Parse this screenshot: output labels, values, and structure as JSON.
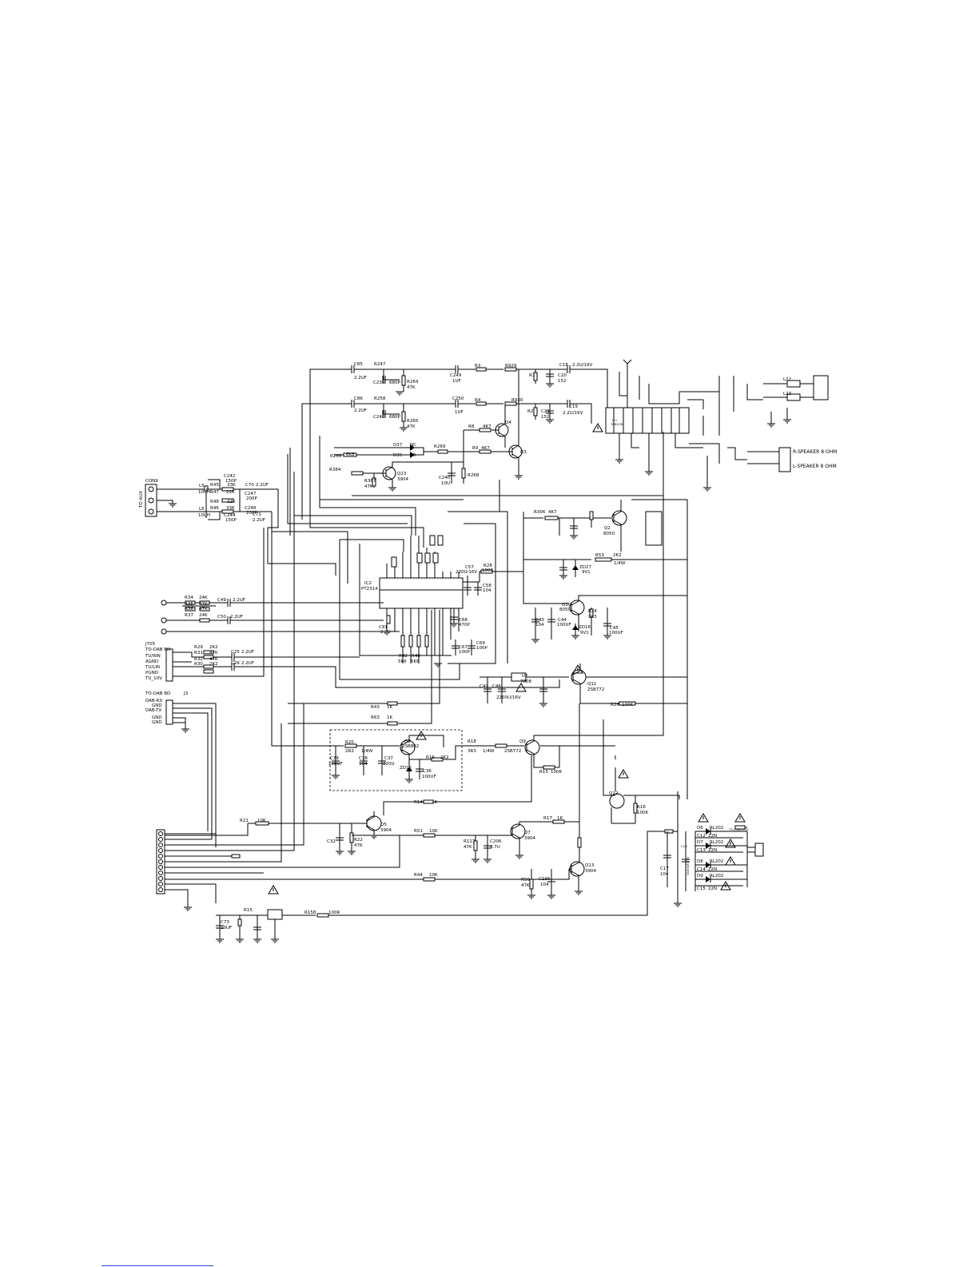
{
  "labels": {
    "c85": "C85",
    "c85v": "2.2UF",
    "r247": "R247",
    "c249": "C249",
    "c249v": "1UF",
    "r3": "R3",
    "r929": "R929",
    "c18": "C18",
    "c18v": "2.2U/16V",
    "c239": "C239",
    "c239v": "680P",
    "r264": "R264",
    "r264v": "47K",
    "r1": "R1",
    "c20": "C20",
    "c20v": "152",
    "c86": "C86",
    "c86v": "2.2UF",
    "r258": "R258",
    "c250": "C250",
    "c250v": "1UF",
    "r4": "R4",
    "r930": "R930",
    "c19": "C19",
    "c19v": "2.2U/16V",
    "c240": "C240",
    "c240v": "680P",
    "r265": "R265",
    "r265v": "47K",
    "r2": "R2",
    "c21": "C21",
    "c21v": "152",
    "q4": "Q4",
    "r8": "R8",
    "r8v": "4K7",
    "r9": "R9",
    "r9v": "4K7",
    "q3": "Q3",
    "d37": "D37",
    "d37v": "NC",
    "d35": "D35",
    "d35v": "SR",
    "r269": "R269",
    "r266": "R266",
    "r266v": "6K8",
    "r384": "R384",
    "r367": "R367",
    "r367v": "47K",
    "q23": "Q23",
    "q23v": "3904",
    "c240b": "C240",
    "c240bv": "10U",
    "r268": "R268",
    "con9": "CON9",
    "toaux": "TO AUX",
    "c242": "C242",
    "c242v": "150P",
    "r45": "R45",
    "r45v": "33K",
    "l5": "L5",
    "l5v": "10UH",
    "c70": "C70",
    "c70v": "2.2UF",
    "r47": "R47",
    "r47v": "22K",
    "c247": "C247",
    "c247v": "200P",
    "r48": "R48",
    "r48v": "22K",
    "r46": "R46",
    "r46v": "33K",
    "l6": "L6",
    "l6v": "10UH",
    "c248": "C248",
    "c248v": "200P",
    "c244": "C244",
    "c244v": "150P",
    "c71": "C71",
    "c71v": "2.2UF",
    "ic2": "IC2",
    "ic2v": "PT2314",
    "c57": "C57",
    "c57v": "220U/16V",
    "r28": "R28",
    "r28v": "100R",
    "c58": "C58",
    "c58v": "104",
    "r306": "R306",
    "r306v": "4K7",
    "q2": "Q2",
    "q2v": "8050",
    "r53": "R53",
    "r53v": "2K2",
    "r53w": "1/4W",
    "zd27": "ZD27",
    "zd27v": "9V1",
    "q10": "Q10",
    "q10v": "8050",
    "r24": "R24",
    "r24v": "3K3",
    "c43": "C43",
    "c43v": "104",
    "c44": "C44",
    "c44v": "100UF",
    "zd16": "ZD16",
    "zd16v": "9V1",
    "c45": "C45",
    "c45v": "100UF",
    "r34": "R34",
    "r34v": "24K",
    "r35": "R35",
    "r35v": "47K",
    "r36": "R36",
    "r36v": "47K",
    "r37": "R37",
    "r37v": "24K",
    "c49": "C49",
    "c49v": "2.2UF",
    "c50": "C50",
    "c50v": "2.2UF",
    "c91": "C91",
    "c91v": "2.2U",
    "c68": "C68",
    "c68v": "470P",
    "r42": "R42",
    "r42v": "5K6",
    "r40": "R40",
    "r40v": "5K6",
    "c67": "C67",
    "c67v": "100P",
    "c69": "C69",
    "c69v": "100P",
    "j705": "J705",
    "todab": "TO-DAB BD",
    "turin": "TU/RIN",
    "agnd": "AGND",
    "tulin": "TU/LIN",
    "pgnd": "PGND",
    "tu10v": "TU_10V",
    "r29": "R29",
    "r29v": "2K2",
    "r31": "R31",
    "r31v": "47K",
    "r32": "R32",
    "r32v": "47K",
    "r30": "R30",
    "r30v": "2K2",
    "c25": "C25",
    "c25v": "2.2UF",
    "c26": "C26",
    "c26v": "2.2UF",
    "u2": "U2",
    "u2v": "7808",
    "c49b": "C49",
    "c46": "C46",
    "c46v": "2200U/16V",
    "q11": "Q11",
    "q11v": "2SB772",
    "r26": "R26",
    "r26v": "100K",
    "todab2": "TO-DAB BD",
    "j3": "J3",
    "dabrx": "DAB-RX",
    "gnd1": "GND",
    "dabtx": "DAB-TX",
    "gnd2": "GND",
    "gnd3": "GND",
    "r43": "R43",
    "r43v": "1K",
    "r63": "R63",
    "r63v": "1K",
    "r20": "R20",
    "r20v": "2R2",
    "r20w": "1/4W",
    "q8": "Q8",
    "q8v": "2SB882",
    "r18": "R18",
    "r18v": "3R3",
    "r18w": "1/4W",
    "q9": "Q9",
    "q9v": "2SB772",
    "c39": "C39",
    "c39v": "100UF",
    "c38": "C38",
    "c38v": "104",
    "c37": "C37",
    "c37v": "220U",
    "zd12": "ZD12",
    "r16": "R16",
    "r16v": "2K2",
    "c36": "C36",
    "c36v": "100UF",
    "r15": "R15",
    "r15v": "100K",
    "q22": "Q22",
    "r16b": "R16",
    "r16bv": "100K",
    "r14": "R14",
    "r14v": "1K",
    "r21": "R21",
    "r21v": "10K",
    "q5": "Q5",
    "q5v": "3904",
    "c32": "C32",
    "r22": "R22",
    "r22v": "47K",
    "r51": "R51",
    "r51v": "10K",
    "r17": "R17",
    "r17v": "1K",
    "q7": "Q7",
    "q7v": "3904",
    "r117": "R117",
    "r117v": "47K",
    "c206": "C206",
    "c206v": "4.7U",
    "r44": "R44",
    "r44v": "10K",
    "r50": "R50",
    "r50v": "47K",
    "c196": "C196",
    "c196v": "104",
    "q13": "Q13",
    "q13v": "3904",
    "c17": "C17",
    "c17v": "104",
    "c16": "C16",
    "c16v": "3300UF/25V",
    "d6": "D6",
    "d6v": "RL202",
    "c12": "C12",
    "c12v": "22N",
    "d7": "D7",
    "d7v": "RL202",
    "c13": "C13",
    "c13v": "22N",
    "d8": "D8",
    "d8v": "RL202",
    "c14": "C14",
    "c14v": "22N",
    "d9": "D9",
    "d9v": "RL202",
    "c15": "C15",
    "c15v": "22N",
    "fuse": "T3.15A/250V",
    "c73": "C73",
    "c73v": "10UF",
    "r15b": "R15",
    "r158": "R158",
    "r158v": "100R",
    "l22": "L22",
    "l23": "L23",
    "rspk": "R-SPEAKER 8 OHM",
    "lspk": "L-SPEAKER 8 OHM",
    "ic1": "IC1",
    "ic1v": "TA8223K"
  }
}
